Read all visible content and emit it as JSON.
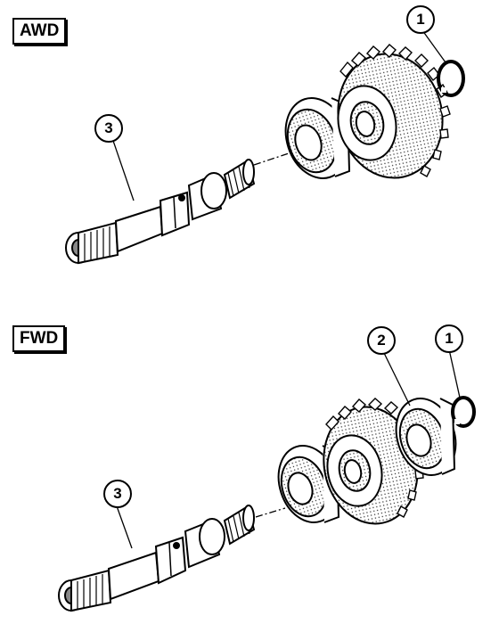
{
  "sections": [
    {
      "label": "AWD"
    },
    {
      "label": "FWD"
    }
  ],
  "callouts": {
    "awd_snap_ring": "1",
    "awd_shaft": "3",
    "fwd_bearing": "2",
    "fwd_snap_ring": "1",
    "fwd_shaft": "3"
  }
}
